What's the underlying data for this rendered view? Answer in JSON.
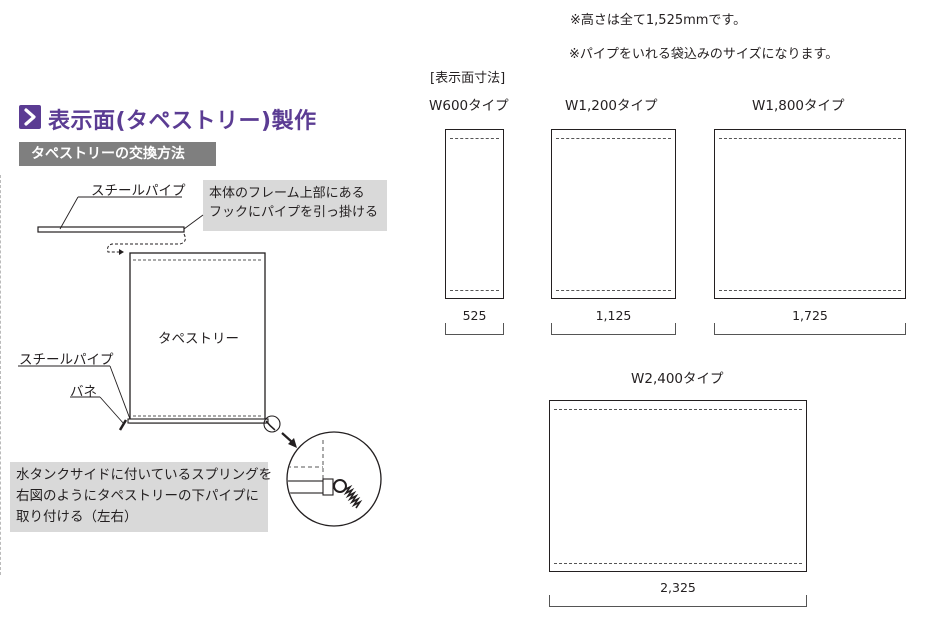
{
  "notes": {
    "height_note": "※高さは全て1,525mmです。",
    "size_note": "※パイプをいれる袋込みのサイズになります。"
  },
  "left": {
    "title": "表示面(タペストリー)製作",
    "subtitle": "タペストリーの交換方法",
    "steel_pipe_top_label": "スチールパイプ",
    "callout_line1": "本体のフレーム上部にある",
    "callout_line2": "フックにパイプを引っ掛ける",
    "tapestry_label": "タペストリー",
    "steel_pipe_bottom_label": "スチールパイプ",
    "spring_label": "バネ",
    "instruction_line1": "水タンクサイドに付いているスプリングを",
    "instruction_line2": "右図のようにタペストリーの下パイプに",
    "instruction_line3": "取り付ける（左右）"
  },
  "right": {
    "section_label": "[表示面寸法]",
    "types": [
      {
        "name": "W600タイプ",
        "width_mm": "525"
      },
      {
        "name": "W1,200タイプ",
        "width_mm": "1,125"
      },
      {
        "name": "W1,800タイプ",
        "width_mm": "1,725"
      },
      {
        "name": "W2,400タイプ",
        "width_mm": "2,325"
      }
    ]
  },
  "colors": {
    "accent_purple": "#5b3c93",
    "subtitle_gray": "#7f7f7f",
    "box_gray": "#d9d9d9"
  }
}
